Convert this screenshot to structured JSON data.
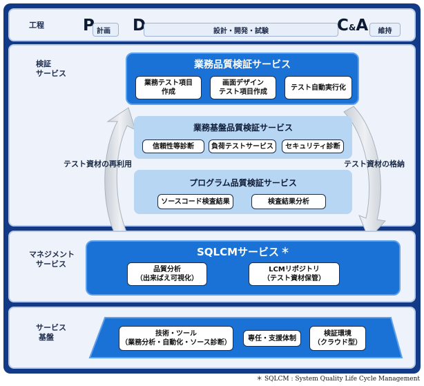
{
  "process": {
    "label": "工程",
    "p_letter": "P",
    "p_label": "計画",
    "d_letter": "D",
    "d_label": "設計・開発・試験",
    "ca_letter_c": "C",
    "ca_amp": "&",
    "ca_letter_a": "A",
    "ca_label": "維持"
  },
  "verification": {
    "label_line1": "検証",
    "label_line2": "サービス",
    "business": {
      "title": "業務品質検証サービス",
      "items": [
        "業務テスト項目\n作成",
        "画面デザイン\nテスト項目作成",
        "テスト自動実行化"
      ]
    },
    "platform": {
      "title": "業務基盤品質検証サービス",
      "items": [
        "信頼性等診断",
        "負荷テストサービス",
        "セキュリティ診断"
      ]
    },
    "program": {
      "title": "プログラム品質検証サービス",
      "items": [
        "ソースコード検査結果",
        "検査結果分析"
      ]
    },
    "arrow_left_label": "テスト資材の再利用",
    "arrow_right_label": "テスト資材の格納"
  },
  "management": {
    "label_line1": "マネジメント",
    "label_line2": "サービス",
    "title": "SQLCMサービス",
    "asterisk": "＊",
    "items": [
      "品質分析\n（出来ばえ可視化）",
      "LCMリポジトリ\n（テスト資材保管）"
    ]
  },
  "infrastructure": {
    "label_line1": "サービス",
    "label_line2": "基盤",
    "items": [
      "技術・ツール\n（業務分析・自動化・ソース診断）",
      "専任・支援体制",
      "検証環境\n（クラウド型）"
    ]
  },
  "footnote": "＊ SQLCM : System Quality Life Cycle Management",
  "colors": {
    "frame": "#123a86",
    "band": "#eef3fb",
    "primary_box": "#1a72d6",
    "light_box": "#b7d6f3"
  }
}
